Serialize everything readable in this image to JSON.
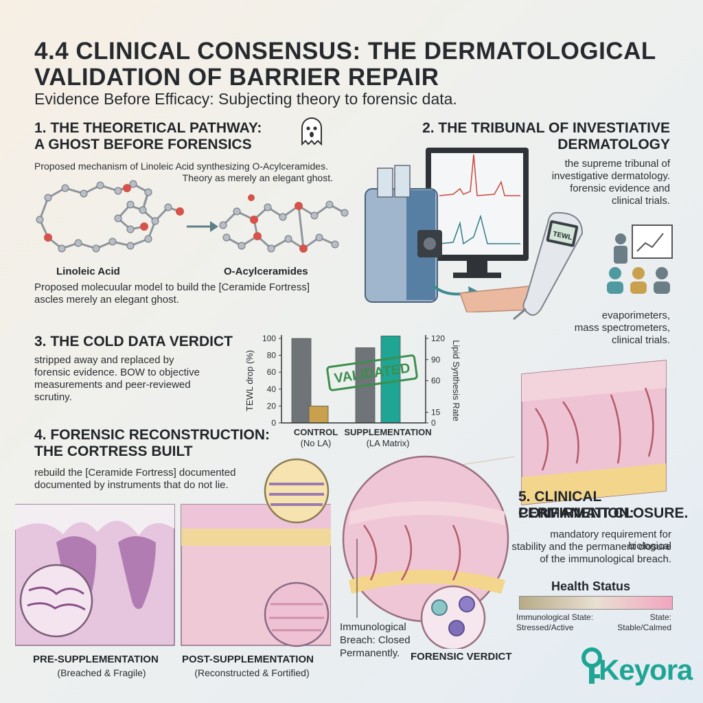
{
  "header": {
    "title_line1": "4.4 CLINICAL CONSENSUS: THE DERMATOLOGICAL",
    "title_line2": "VALIDATION OF BARRIER REPAIR",
    "subtitle": "Evidence Before Efficacy: Subjecting theory to forensic data."
  },
  "section1": {
    "title_line1": "1. THE THEORETICAL PATHWAY:",
    "title_line2": "A GHOST BEFORE FORENSICS",
    "desc_line1": "Proposed mechanism of Linoleic Acid synthesizing O-Acylceramides.",
    "desc_line2": "Theory as merely an elegant ghost.",
    "label_left": "Linoleic Acid",
    "label_right": "O-Acylceramides",
    "note_line1": "Proposed molecuular model to build the [Ceramide Fortress]",
    "note_line2": "ascles merely an elegant ghost."
  },
  "section2": {
    "title_line1": "2. THE TRIBUNAL OF INVESTIATIVE",
    "title_line2": "DERMATOLOGY",
    "desc_line1": "the supreme tribunal of",
    "desc_line2": "investigative dermatology.",
    "desc_line3": "forensic evidence and",
    "desc_line4": "clinical trials.",
    "tools_line1": "evaporimeters,",
    "tools_line2": "mass spectrometers,",
    "tools_line3": "clinical trials.",
    "device_screen": "TEWL"
  },
  "section3": {
    "title": "3. THE COLD DATA VERDICT",
    "desc_line1": "stripped away and replaced by",
    "desc_line2": "forensic evidence. BOW to objective",
    "desc_line3": "measurements and peer-reviewed",
    "desc_line4": "scrutiny."
  },
  "chart_data": {
    "type": "bar",
    "categories": [
      "CONTROL\n(No LA)",
      "SUPPLEMENTATION\n(LA Matrix)"
    ],
    "category_line1": [
      "CONTROL",
      "SUPPLEMENTATION"
    ],
    "category_line2": [
      "(No LA)",
      "(LA Matrix)"
    ],
    "ylabel": "TEWL drop (%)",
    "ylabel_right": "Lipid Synthesis Rate",
    "ylim": [
      0,
      100
    ],
    "ylim_right": [
      0,
      120
    ],
    "yticks_left": [
      0,
      20,
      40,
      60,
      80,
      100
    ],
    "yticks_right": [
      0,
      15,
      60,
      90,
      120
    ],
    "series": [
      {
        "values": [
          100,
          89
        ],
        "color": "#6f7478"
      },
      {
        "values": [
          20,
          103
        ],
        "color": "#1fa594"
      }
    ],
    "colors": {
      "control_secondary": "#c9a04e"
    },
    "stamp": "VALIDATED"
  },
  "section4": {
    "title_line1": "4. FORENSIC RECONSTRUCTION:",
    "title_line2": "THE CORTRESS BUILT",
    "desc_line1": "rebuild the [Ceramide Fortress] documented",
    "desc_line2": "documented by instruments that do not lie.",
    "pre_title": "PRE-SUPPLEMENTATION",
    "pre_sub": "(Breached & Fragile)",
    "post_title": "POST-SUPPLEMENTATION",
    "post_sub": "(Reconstructed & Fortified)"
  },
  "section5": {
    "title_line1": "5. CLINICAL CONFIRMATION:",
    "title_line2": "PERMANENT CLOSURE.",
    "desc_line1": "mandatory requirement for biological",
    "desc_line2": "stability and the permanent closure",
    "desc_line3": "of the immunological breach.",
    "breach_line1": "Immunological",
    "breach_line2": "Breach: Closed",
    "breach_line3": "Permanently.",
    "verdict": "FORENSIC VERDICT",
    "health_title": "Health Status",
    "state_left_line1": "Immunological State:",
    "state_left_line2": "Stressed/Active",
    "state_right_line1": "State:",
    "state_right_line2": "Stable/Calmed",
    "health_level": 0.5
  },
  "brand": {
    "name": "Keyora",
    "color": "#1fa594"
  }
}
